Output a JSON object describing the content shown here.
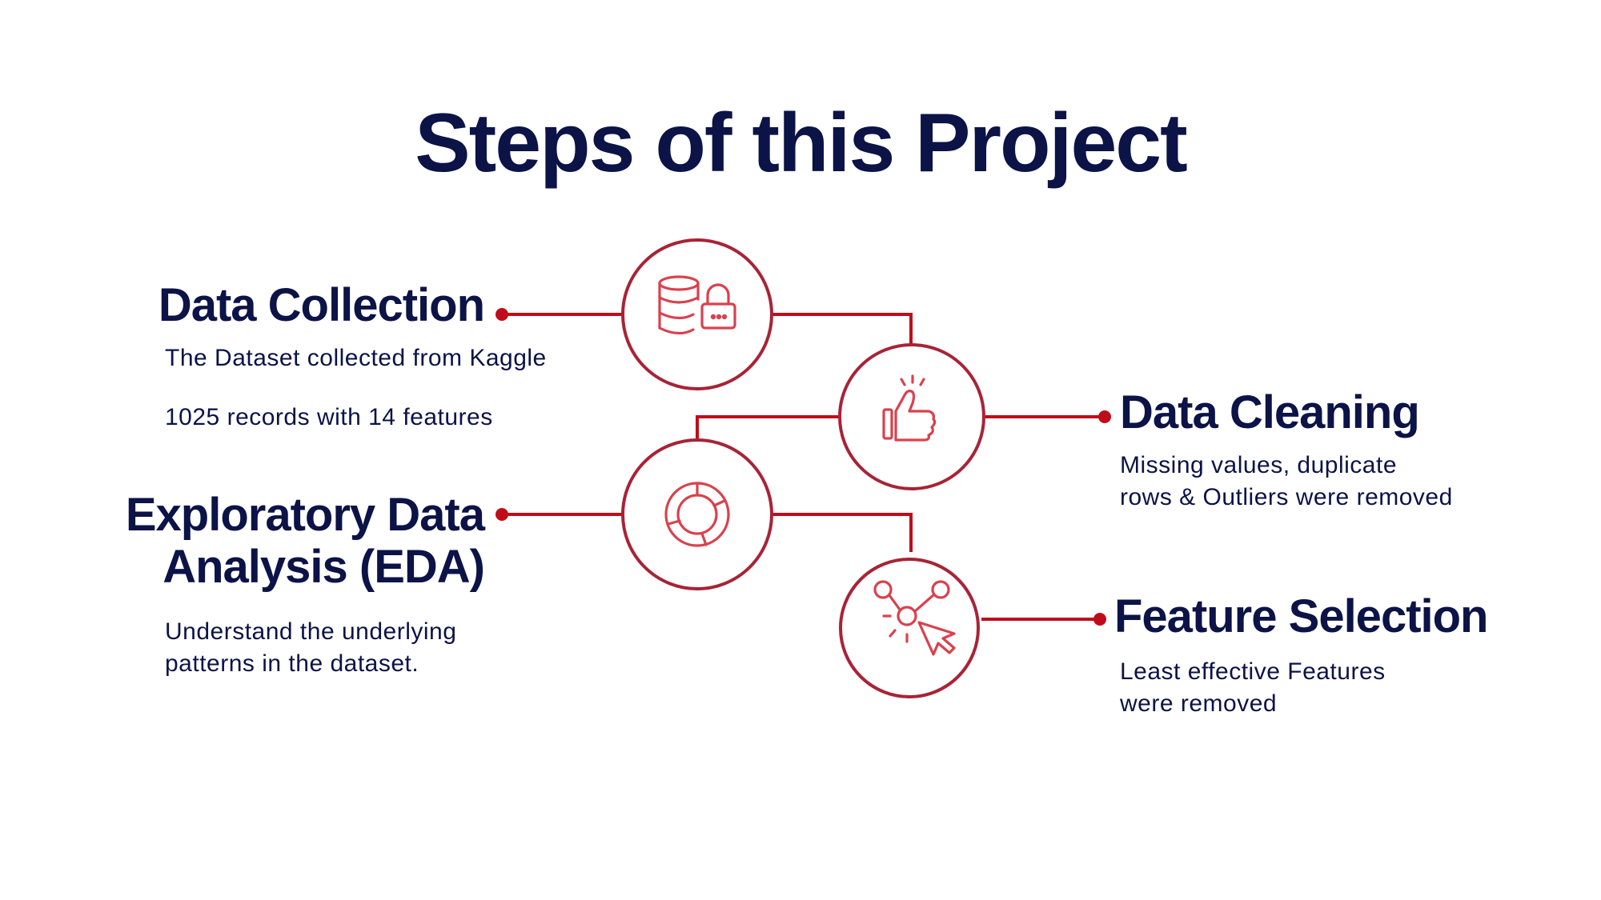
{
  "title": "Steps of this Project",
  "colors": {
    "navy": "#0b1347",
    "line_red": "#c00c1a",
    "circle_red": "#a82336",
    "icon_red": "#d9414e"
  },
  "steps": [
    {
      "heading": "Data Collection",
      "descriptions": [
        "The Dataset collected from Kaggle",
        "1025 records with 14 features"
      ],
      "icon": "database-lock-icon"
    },
    {
      "heading": "Data Cleaning",
      "descriptions": [
        "Missing values, duplicate rows & Outliers were removed"
      ],
      "icon": "thumbs-up-icon"
    },
    {
      "heading_lines": [
        "Exploratory Data",
        "Analysis (EDA)"
      ],
      "descriptions": [
        "Understand the underlying patterns in the dataset."
      ],
      "icon": "donut-chart-icon"
    },
    {
      "heading": "Feature Selection",
      "descriptions": [
        "Least effective Features were removed"
      ],
      "icon": "network-cursor-icon"
    }
  ]
}
